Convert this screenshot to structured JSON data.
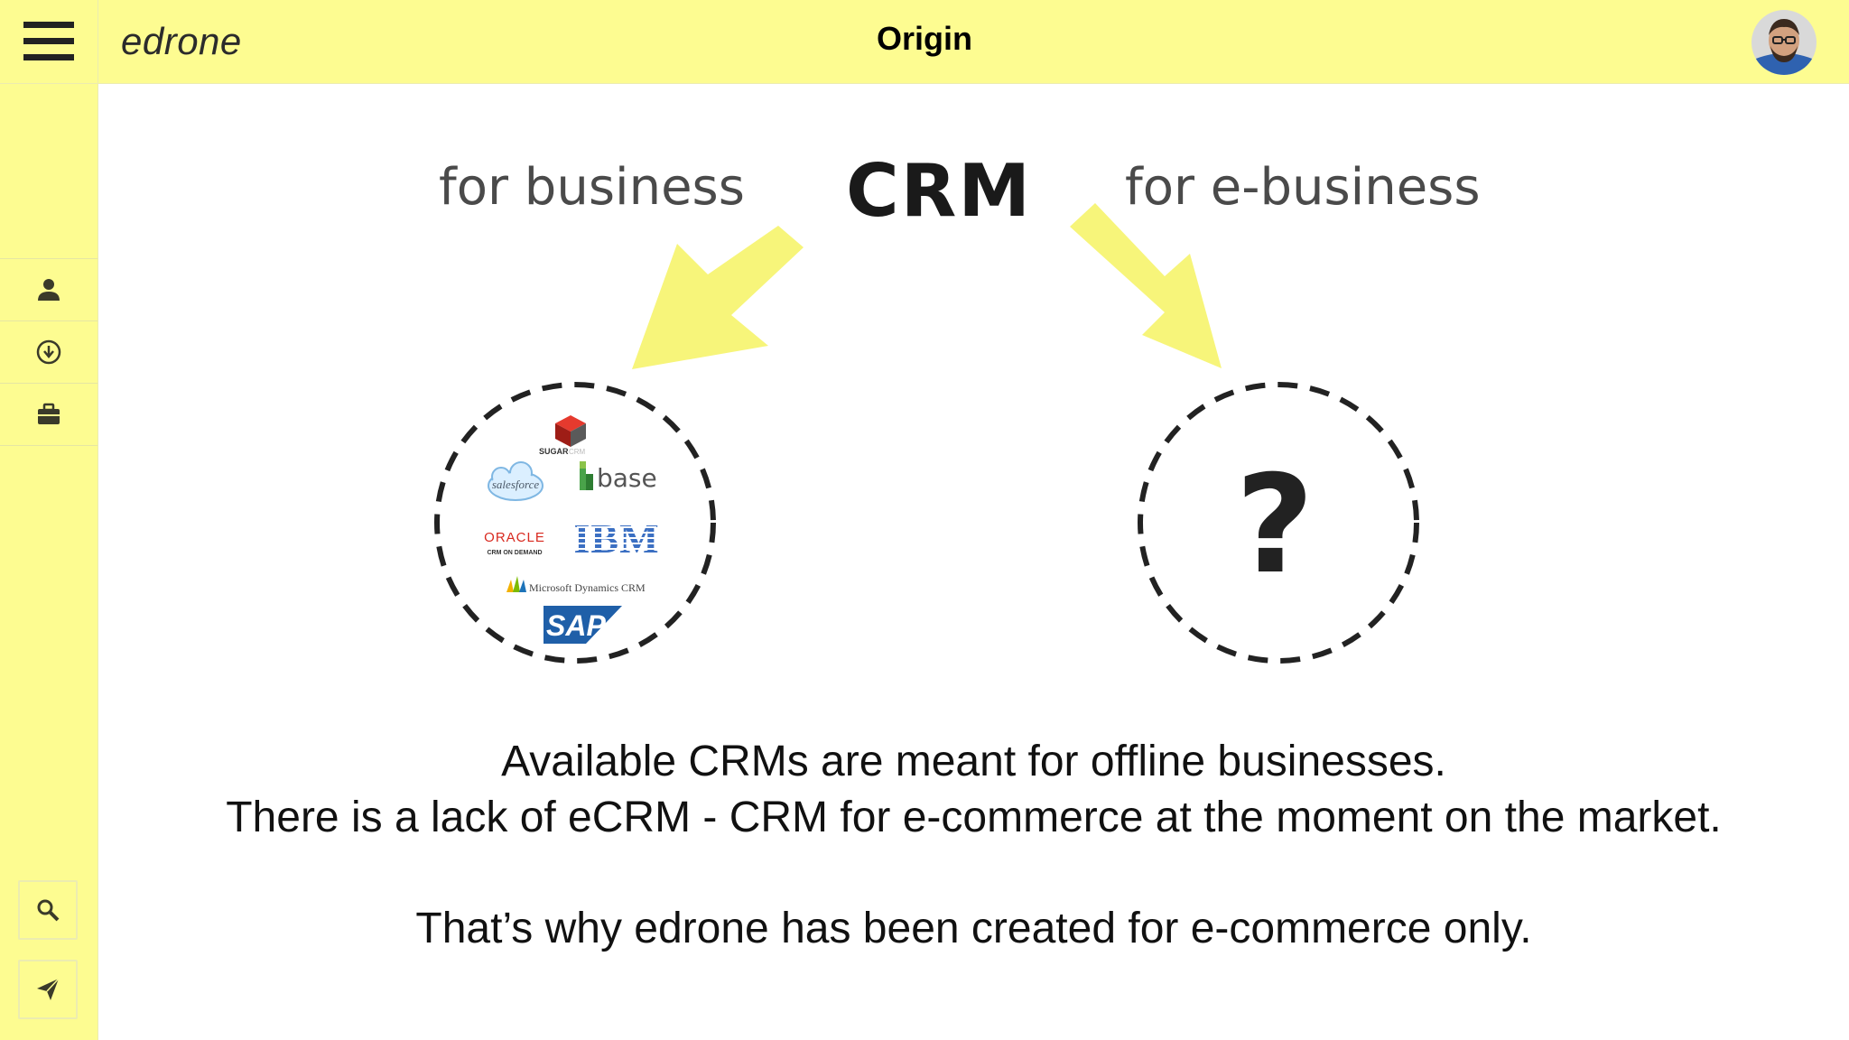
{
  "app": {
    "brand": "edrone",
    "page_title": "Origin"
  },
  "sidebar": {
    "items": [
      {
        "icon": "user-icon"
      },
      {
        "icon": "download-icon"
      },
      {
        "icon": "briefcase-icon"
      }
    ],
    "bottom": [
      {
        "icon": "search-icon"
      },
      {
        "icon": "send-icon"
      }
    ]
  },
  "slide": {
    "left_label": "for business",
    "center_label": "CRM",
    "right_label": "for e-business",
    "unknown_mark": "?",
    "logos": {
      "sugar": "SUGAR",
      "sugar_suffix": "CRM",
      "salesforce": "salesforce",
      "base": "base",
      "oracle": "ORACLE",
      "oracle_sub": "CRM ON DEMAND",
      "ibm": "IBM",
      "microsoft": "Microsoft Dynamics CRM",
      "sap": "SAP"
    },
    "caption_lines": [
      "Available CRMs are meant for offline businesses.",
      "There is a lack of eCRM - CRM for e-commerce at the moment on the market.",
      "That’s why edrone has been created for e-commerce only."
    ]
  },
  "colors": {
    "bar_yellow": "#fdfc91",
    "arrow_yellow": "#f7f57a",
    "sap_blue": "#1f5fa8",
    "ibm_blue": "#3b6fc2",
    "oracle_red": "#d8291f",
    "base_green": "#4aa34a"
  }
}
